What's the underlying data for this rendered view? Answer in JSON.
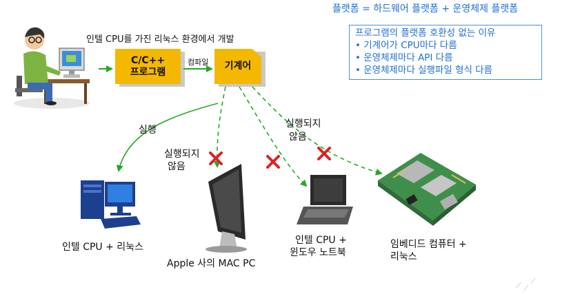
{
  "header": {
    "title": "플랫폼 = 하드웨어 플랫폼 + 운영체제 플랫폼"
  },
  "infobox": {
    "heading": "프로그램의 플랫폼 호환성 없는 이유",
    "items": [
      "• 기계어가 CPU마다 다름",
      "• 운영체제마다 API 다름",
      "• 운영체제마다 실행파일 형식 다름"
    ]
  },
  "top_caption": "인텔 CPU를 가진 리눅스 환경에서 개발",
  "source_box": {
    "line1": "C/C++",
    "line2": "프로그램"
  },
  "compile_label": "컴파일",
  "machine_box": "기계어",
  "edges": {
    "run": "실행",
    "mac_no_run_1": "실행되지",
    "mac_no_run_2": "않음",
    "pi_no_run_1": "실행되지",
    "pi_no_run_2": "않음"
  },
  "targets": {
    "linux_pc": "인텔 CPU + 리눅스",
    "mac": "Apple 사의 MAC PC",
    "windows_1": "인텔 CPU +",
    "windows_2": "윈도우 노트북",
    "embedded_1": "임베디드 컴퓨터 +",
    "embedded_2": "리눅스"
  },
  "colors": {
    "box": "#f5b800",
    "arrow": "#22aa22",
    "cross": "#e02020",
    "accent": "#1e6fd6"
  }
}
